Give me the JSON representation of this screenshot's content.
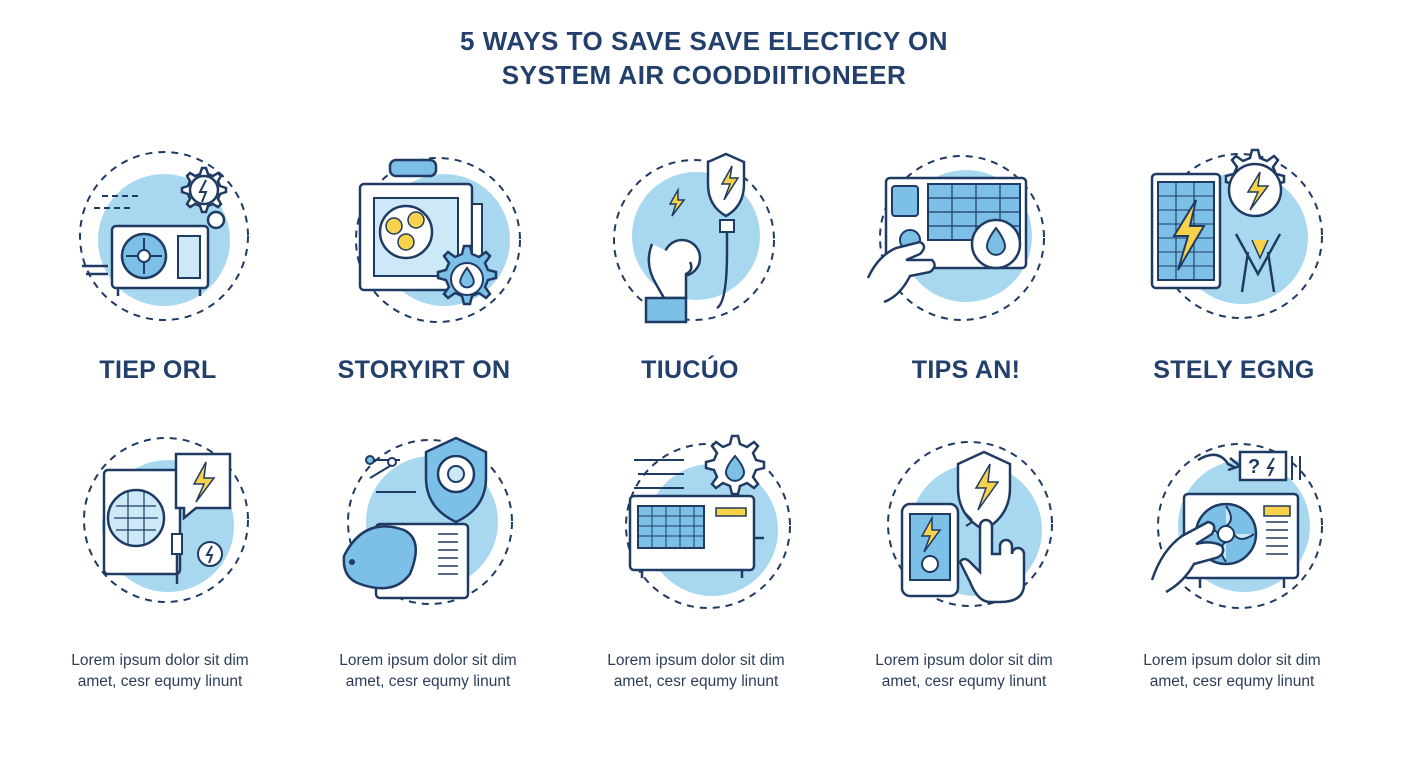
{
  "title": {
    "line1": "5 WAYS TO SAVE SAVE ELECTICY ON",
    "line2": "SYSTEM AIR COODDIITIONEER"
  },
  "labels": [
    "TIEP ORL",
    "STORYIRT ON",
    "TIUCÚO",
    "TIPS AN!",
    "STELY EGNG"
  ],
  "descriptions": [
    {
      "line1": "Lorem ipsum dolor sit dim",
      "line2": "amet, cesr equmy linunt"
    },
    {
      "line1": "Lorem ipsum dolor sit dim",
      "line2": "amet, cesr equmy linunt"
    },
    {
      "line1": "Lorem ipsum dolor sit dim",
      "line2": "amet, cesr equmy linunt"
    },
    {
      "line1": "Lorem ipsum dolor sit dim",
      "line2": "amet, cesr equmy linunt"
    },
    {
      "line1": "Lorem ipsum dolor sit dim",
      "line2": "amet, cesr equmy linunt"
    }
  ],
  "icon_badge_text": "?",
  "colors": {
    "navy": "#22406b",
    "line": "#1f3b63",
    "circle": "#a8d8f0",
    "fill_light": "#cde9f7",
    "bolt": "#f7d24a",
    "blue": "#7cc0e8"
  }
}
